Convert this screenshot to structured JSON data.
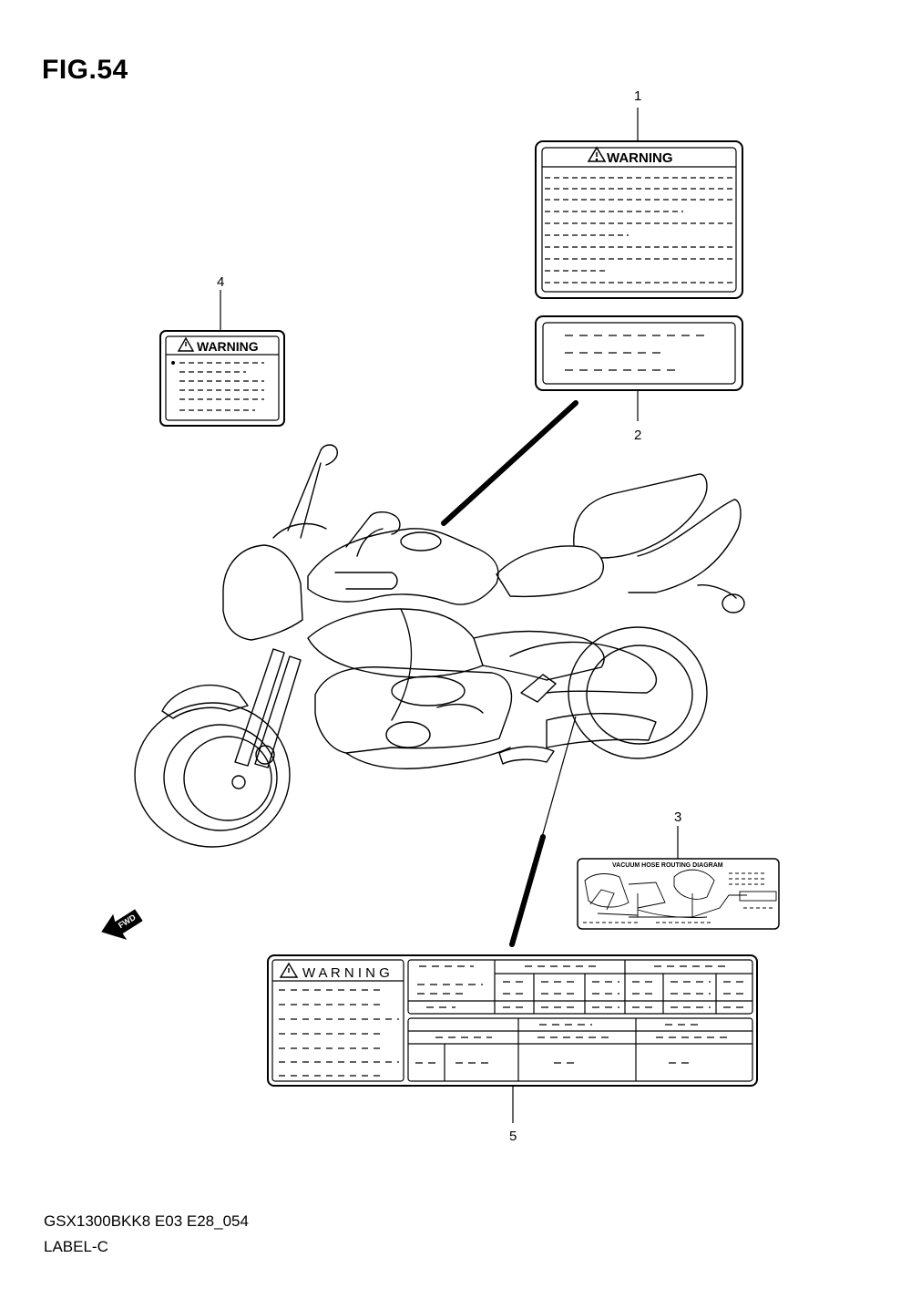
{
  "figure": {
    "title": "FIG.54"
  },
  "callouts": {
    "1": "1",
    "2": "2",
    "3": "3",
    "4": "4",
    "5": "5"
  },
  "labels": {
    "warning_text": "WARNING",
    "warning_text_spaced": "W A R N I N G",
    "vacuum_title": "VACUUM HOSE ROUTING DIAGRAM",
    "fwd": "FWD"
  },
  "footer": {
    "model_code": "GSX1300BKK8 E03 E28_054",
    "section": "LABEL-C"
  },
  "icons": [
    "warning-triangle-icon",
    "fwd-arrow-icon"
  ]
}
